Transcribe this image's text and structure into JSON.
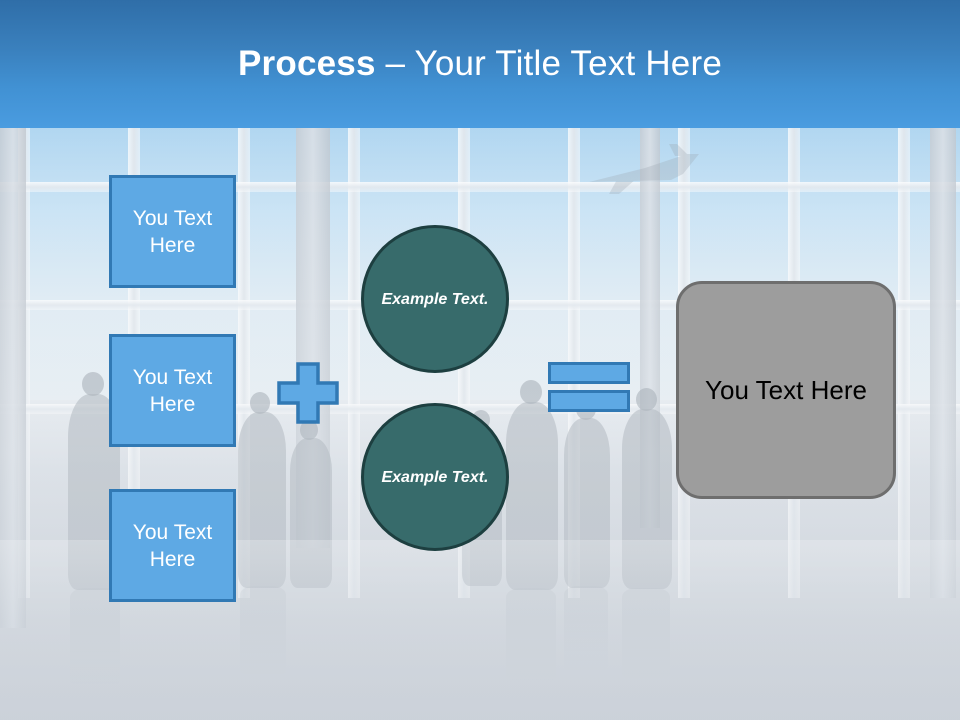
{
  "slide": {
    "title": {
      "bold_part": "Process",
      "rest_part": " – Your Title Text Here",
      "full": "Process – Your Title Text Here"
    },
    "colors": {
      "header_gradient_top": "#2F6EA8",
      "header_gradient_bottom": "#4A9CE0",
      "input_box_fill": "#5EA9E4",
      "input_box_border": "#3179B4",
      "circle_fill": "#376B6B",
      "circle_border": "#1D3F40",
      "result_fill": "#9D9D9D",
      "result_border": "#6E6E6E",
      "title_text": "#FFFFFF",
      "result_text": "#000000",
      "background_base": "#C9CFD6"
    },
    "input_boxes": [
      {
        "label": "You Text Here"
      },
      {
        "label": "You Text Here"
      },
      {
        "label": "You Text Here"
      }
    ],
    "operators": {
      "plus": "plus-operator",
      "equals": "equals-operator"
    },
    "circles": [
      {
        "label": "Example Text."
      },
      {
        "label": "Example Text."
      }
    ],
    "result": {
      "label": "You Text Here"
    },
    "background": {
      "scene": "airport-terminal-window",
      "aircraft": "departing-airplane-silhouette",
      "people": "traveler-silhouettes"
    }
  }
}
